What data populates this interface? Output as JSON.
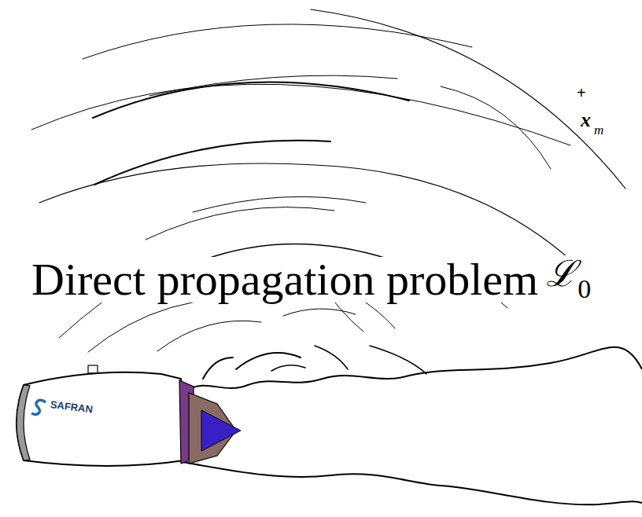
{
  "diagram": {
    "labels": [
      "Direct propagation problem",
      "ℒ",
      "0",
      "SAFRAN",
      "+",
      "x",
      "m"
    ]
  }
}
